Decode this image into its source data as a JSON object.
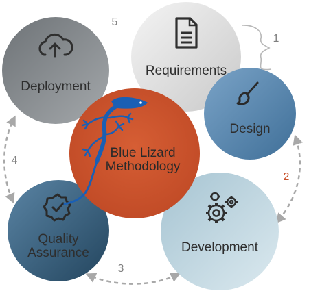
{
  "center": {
    "line1": "Blue Lizard",
    "line2": "Methodology",
    "icon": "lizard-icon",
    "color": "#c8502a"
  },
  "stages": {
    "requirements": {
      "label": "Requirements",
      "icon": "document-icon",
      "color": "#d9d9d9"
    },
    "design": {
      "label": "Design",
      "icon": "paintbrush-icon",
      "color": "#4f7fa8"
    },
    "development": {
      "label": "Development",
      "icon": "gears-icon",
      "color": "#bcd5e0"
    },
    "qa": {
      "line1": "Quality",
      "line2": "Assurance",
      "icon": "check-badge-icon",
      "color": "#34607e"
    },
    "deployment": {
      "label": "Deployment",
      "icon": "cloud-upload-icon",
      "color": "#8a8f93"
    }
  },
  "steps": {
    "one": "1",
    "two": "2",
    "three": "3",
    "four": "4",
    "five": "5"
  },
  "colors": {
    "arrow": "#a8a8a8",
    "step_number": "#7f7f7f",
    "step_accent": "#c8502a",
    "lizard": "#1a5fb4"
  }
}
